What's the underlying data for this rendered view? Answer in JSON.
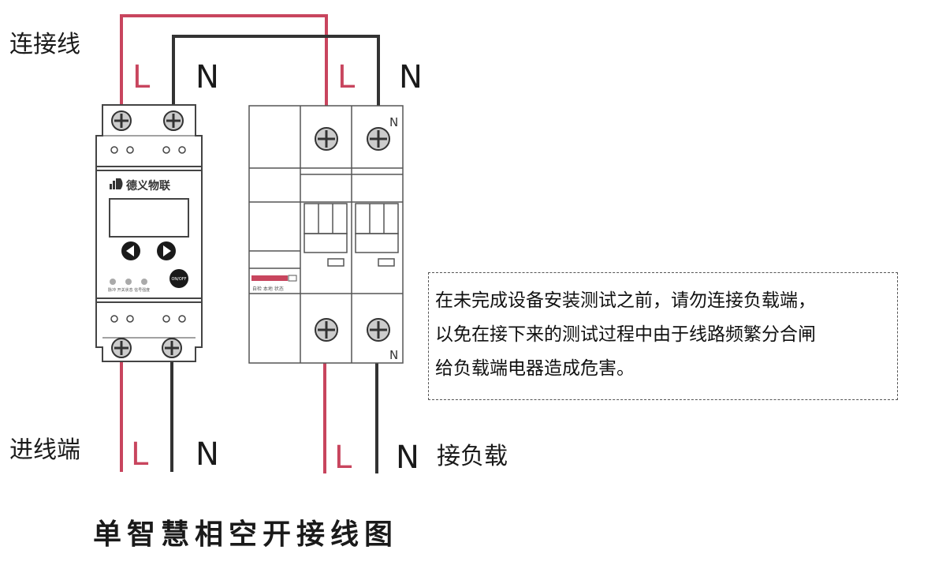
{
  "labels": {
    "connect_wire": "连接线",
    "input_end": "进线端",
    "load_end": "接负载",
    "L": "L",
    "N": "N"
  },
  "meter": {
    "brand": "德义物联",
    "onoff_label": "ON/OFF",
    "led_labels": "脉冲 开关状态 信号强度"
  },
  "breaker": {
    "terminal_N": "N",
    "status_labels": "自检 本地 状态"
  },
  "note": {
    "lines": [
      "在未完成设备安装测试之前，请勿连接负载端，",
      "以免在接下来的测试过程中由于线路频繁分合闸",
      "给负载端电器造成危害。"
    ]
  },
  "caption": "单智慧相空开接线图",
  "colors": {
    "live": "#c8455e",
    "neutral": "#333333",
    "outline": "#444444"
  }
}
